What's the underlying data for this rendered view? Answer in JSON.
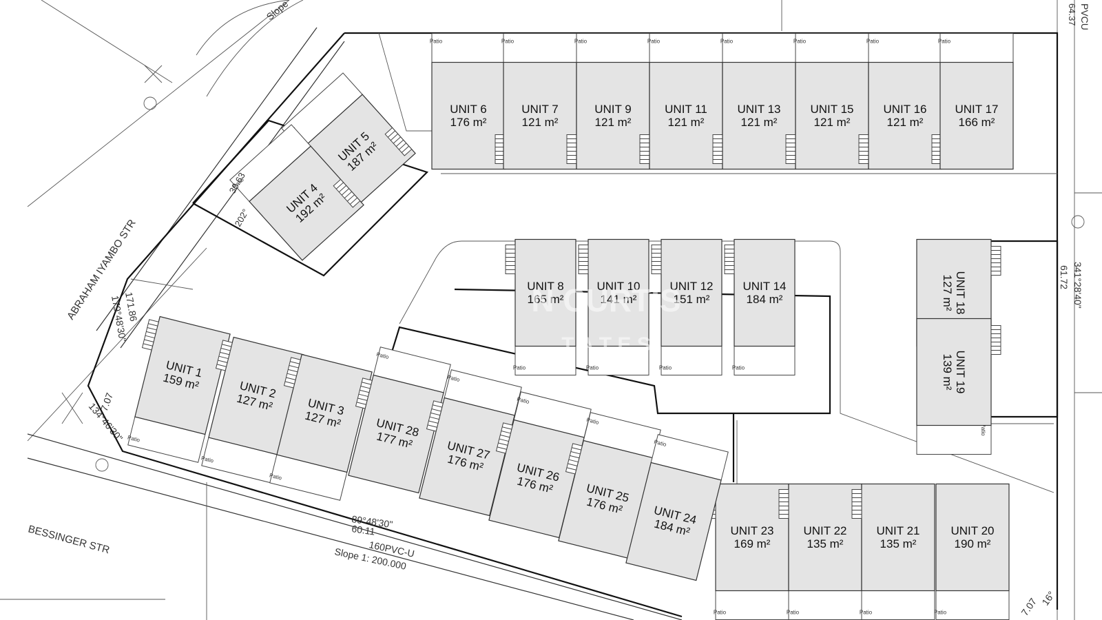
{
  "streets": {
    "abraham": "ABRAHAM IYAMBO STR",
    "bessinger": "BESSINGER STR"
  },
  "annotations": {
    "slope_top": "Slope",
    "pvcu_top": "PVCU",
    "dim_right_top": "64.37",
    "dim_right_a": "341°28'40\"",
    "dim_right_b": "61.72",
    "dim_left_a": "171.86",
    "dim_left_b": "179°48'30\"",
    "dim_left_c": "7.07",
    "dim_left_d": "134°46'30\"",
    "dim_bottom_a": "89°48'30\"",
    "dim_bottom_b": "60.11",
    "pipe_bottom": "160PVC-U",
    "slope_bottom": "Slope 1: 200.000",
    "dim_small_a": "30.63",
    "dim_small_b": "202°",
    "dim_br_a": "7.07",
    "dim_br_b": "16°"
  },
  "patio_label": "Patio",
  "watermark": {
    "line1": "N CURTIS",
    "line2": "T A T E S"
  },
  "units": {
    "u1": {
      "name": "UNIT 1",
      "area": "159 m²"
    },
    "u2": {
      "name": "UNIT 2",
      "area": "127 m²"
    },
    "u3": {
      "name": "UNIT 3",
      "area": "127 m²"
    },
    "u4": {
      "name": "UNIT 4",
      "area": "192 m²"
    },
    "u5": {
      "name": "UNIT 5",
      "area": "187 m²"
    },
    "u6": {
      "name": "UNIT 6",
      "area": "176 m²"
    },
    "u7": {
      "name": "UNIT 7",
      "area": "121 m²"
    },
    "u8": {
      "name": "UNIT 8",
      "area": "165 m²"
    },
    "u9": {
      "name": "UNIT 9",
      "area": "121 m²"
    },
    "u10": {
      "name": "UNIT 10",
      "area": "141 m²"
    },
    "u11": {
      "name": "UNIT 11",
      "area": "121 m²"
    },
    "u12": {
      "name": "UNIT 12",
      "area": "151 m²"
    },
    "u13": {
      "name": "UNIT 13",
      "area": "121 m²"
    },
    "u14": {
      "name": "UNIT 14",
      "area": "184 m²"
    },
    "u15": {
      "name": "UNIT 15",
      "area": "121 m²"
    },
    "u16": {
      "name": "UNIT 16",
      "area": "121 m²"
    },
    "u17": {
      "name": "UNIT 17",
      "area": "166 m²"
    },
    "u18": {
      "name": "UNIT 18",
      "area": "127 m²"
    },
    "u19": {
      "name": "UNIT 19",
      "area": "139 m²"
    },
    "u20": {
      "name": "UNIT 20",
      "area": "190 m²"
    },
    "u21": {
      "name": "UNIT 21",
      "area": "135 m²"
    },
    "u22": {
      "name": "UNIT 22",
      "area": "135 m²"
    },
    "u23": {
      "name": "UNIT 23",
      "area": "169 m²"
    },
    "u24": {
      "name": "UNIT 24",
      "area": "184 m²"
    },
    "u25": {
      "name": "UNIT 25",
      "area": "176 m²"
    },
    "u26": {
      "name": "UNIT 26",
      "area": "176 m²"
    },
    "u27": {
      "name": "UNIT 27",
      "area": "176 m²"
    },
    "u28": {
      "name": "UNIT 28",
      "area": "177 m²"
    }
  }
}
